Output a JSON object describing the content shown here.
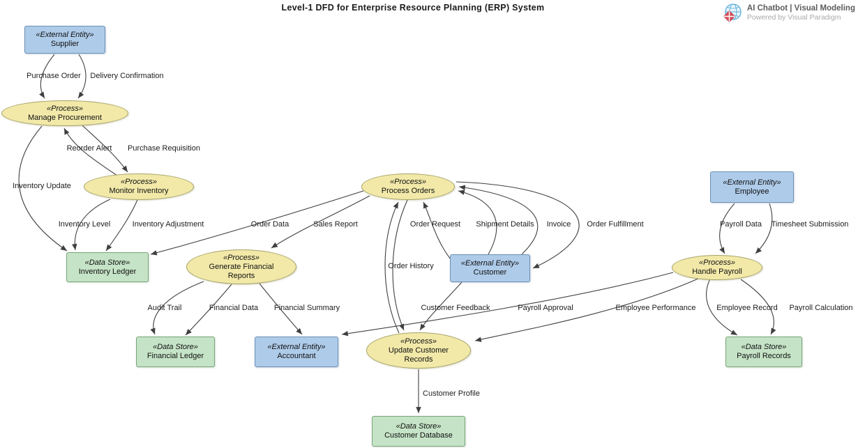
{
  "title": "Level-1 DFD for Enterprise Resource Planning (ERP) System",
  "branding": {
    "logo_icon": "visual-paradigm-globe-logo",
    "line1": "AI Chatbot | Visual Modeling",
    "line2": "Powered by Visual Paradigm"
  },
  "colors": {
    "process_fill": "#f2e9a9",
    "process_border": "#a8a468",
    "external_entity_fill": "#aecbe9",
    "external_entity_border": "#6b8fb5",
    "data_store_fill": "#c5e3c6",
    "data_store_border": "#77a579",
    "edge_stroke": "#3f3f3f",
    "logo_blue": "#6fb8dc",
    "logo_red": "#d9505c"
  },
  "nodes": {
    "supplier": {
      "stereotype": "«External Entity»",
      "name": "Supplier"
    },
    "customer": {
      "stereotype": "«External Entity»",
      "name": "Customer"
    },
    "employee": {
      "stereotype": "«External Entity»",
      "name": "Employee"
    },
    "accountant": {
      "stereotype": "«External Entity»",
      "name": "Accountant"
    },
    "manage_procurement": {
      "stereotype": "«Process»",
      "name": "Manage Procurement"
    },
    "monitor_inventory": {
      "stereotype": "«Process»",
      "name": "Monitor Inventory"
    },
    "process_orders": {
      "stereotype": "«Process»",
      "name": "Process Orders"
    },
    "generate_financial_reports": {
      "stereotype": "«Process»",
      "name": "Generate Financial Reports"
    },
    "handle_payroll": {
      "stereotype": "«Process»",
      "name": "Handle Payroll"
    },
    "update_customer_records": {
      "stereotype": "«Process»",
      "name": "Update Customer Records"
    },
    "inventory_ledger": {
      "stereotype": "«Data Store»",
      "name": "Inventory Ledger"
    },
    "financial_ledger": {
      "stereotype": "«Data Store»",
      "name": "Financial Ledger"
    },
    "payroll_records": {
      "stereotype": "«Data Store»",
      "name": "Payroll Records"
    },
    "customer_database": {
      "stereotype": "«Data Store»",
      "name": "Customer Database"
    }
  },
  "edges": {
    "purchase_order": {
      "label": "Purchase Order",
      "from": "Supplier",
      "to": "Manage Procurement"
    },
    "delivery_confirmation": {
      "label": "Delivery Confirmation",
      "from": "Supplier",
      "to": "Manage Procurement"
    },
    "reorder_alert": {
      "label": "Reorder Alert",
      "from": "Monitor Inventory",
      "to": "Manage Procurement"
    },
    "purchase_requisition": {
      "label": "Purchase Requisition",
      "from": "Manage Procurement",
      "to": "Monitor Inventory"
    },
    "inventory_update": {
      "label": "Inventory Update",
      "from": "Manage Procurement",
      "to": "Inventory Ledger"
    },
    "inventory_level": {
      "label": "Inventory Level",
      "from": "Monitor Inventory",
      "to": "Inventory Ledger"
    },
    "inventory_adjustment": {
      "label": "Inventory Adjustment",
      "from": "Monitor Inventory",
      "to": "Inventory Ledger"
    },
    "order_data": {
      "label": "Order Data",
      "from": "Process Orders",
      "to": "Inventory Ledger"
    },
    "sales_report": {
      "label": "Sales Report",
      "from": "Process Orders",
      "to": "Generate Financial Reports"
    },
    "order_history": {
      "label": "Order History",
      "from": "Update Customer Records",
      "to": "Process Orders"
    },
    "order_history_return": {
      "label": "",
      "from": "Process Orders",
      "to": "Update Customer Records"
    },
    "order_request": {
      "label": "Order Request",
      "from": "Customer",
      "to": "Process Orders"
    },
    "shipment_details": {
      "label": "Shipment Details",
      "from": "Customer",
      "to": "Process Orders"
    },
    "invoice": {
      "label": "Invoice",
      "from": "Customer",
      "to": "Process Orders"
    },
    "order_fulfillment": {
      "label": "Order Fulfillment",
      "from": "Process Orders",
      "to": "Customer"
    },
    "customer_feedback": {
      "label": "Customer Feedback",
      "from": "Customer",
      "to": "Update Customer Records"
    },
    "payroll_approval": {
      "label": "Payroll Approval",
      "from": "Handle Payroll",
      "to": "Accountant"
    },
    "employee_performance": {
      "label": "Employee Performance",
      "from": "Handle Payroll",
      "to": "Update Customer Records"
    },
    "payroll_data": {
      "label": "Payroll Data",
      "from": "Employee",
      "to": "Handle Payroll"
    },
    "timesheet_submission": {
      "label": "Timesheet Submission",
      "from": "Employee",
      "to": "Handle Payroll"
    },
    "employee_record": {
      "label": "Employee Record",
      "from": "Handle Payroll",
      "to": "Payroll Records"
    },
    "payroll_calculation": {
      "label": "Payroll Calculation",
      "from": "Handle Payroll",
      "to": "Payroll Records"
    },
    "audit_trail": {
      "label": "Audit Trail",
      "from": "Generate Financial Reports",
      "to": "Financial Ledger"
    },
    "financial_data": {
      "label": "Financial Data",
      "from": "Generate Financial Reports",
      "to": "Financial Ledger"
    },
    "financial_summary": {
      "label": "Financial Summary",
      "from": "Generate Financial Reports",
      "to": "Accountant"
    },
    "customer_profile": {
      "label": "Customer Profile",
      "from": "Update Customer Records",
      "to": "Customer Database"
    }
  }
}
